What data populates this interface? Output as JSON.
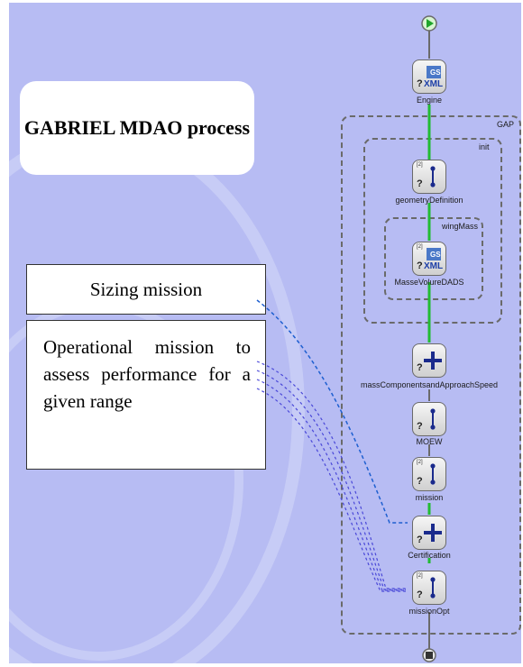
{
  "title": "GABRIEL MDAO process",
  "callouts": {
    "sizing": "Sizing mission",
    "operational": "Operational mission to assess performance for a given range"
  },
  "groups": {
    "gap": "GAP",
    "init": "init",
    "wing_mass": "wingMass"
  },
  "nodes": {
    "engine": "Engine",
    "geometry": "geometryDefinition",
    "masse": "MasseVolureDADS",
    "mass_components": "massComponentsandApproachSpeed",
    "moew": "MOEW",
    "mission": "mission",
    "certification": "Certification",
    "mission_opt": "missionOpt"
  },
  "colors": {
    "background": "#b7bcf3",
    "flow": "#22bb33",
    "sizing_link": "#1e5fd0",
    "operational_link": "#4a48d8",
    "plus": "#1a2a8c"
  }
}
